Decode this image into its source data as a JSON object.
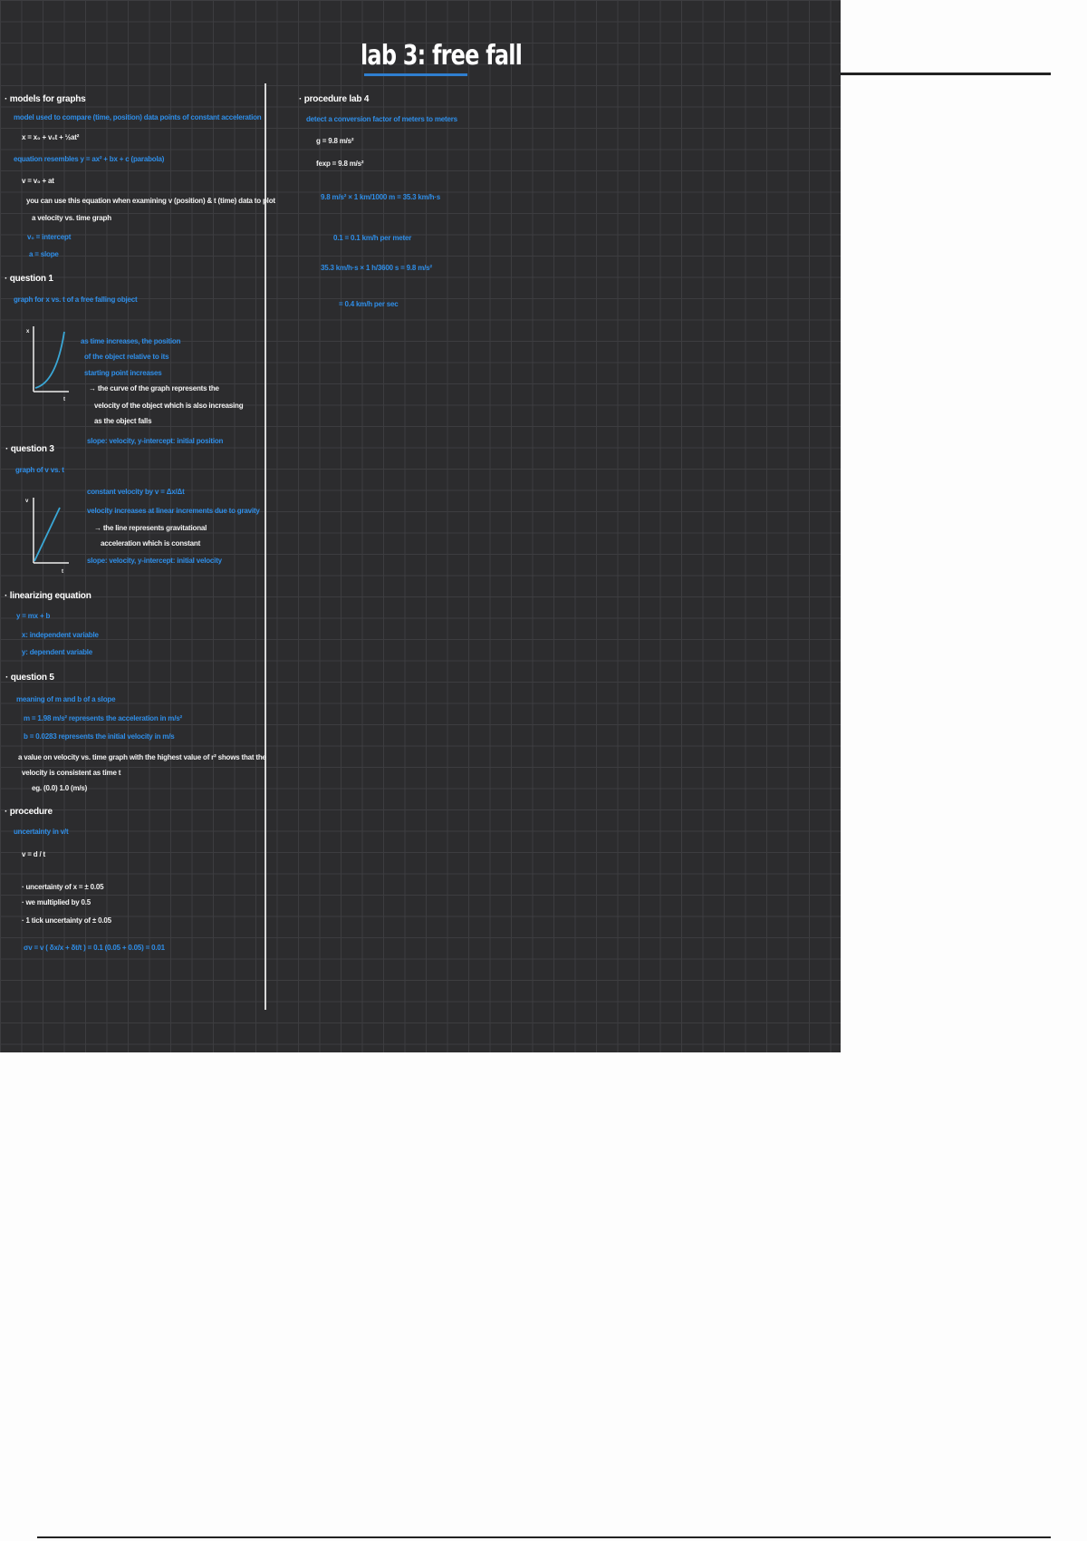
{
  "title": "lab 3: free fall",
  "left": {
    "models": {
      "heading": "· models for graphs",
      "lines": [
        "model used to compare (time, position) data points of constant acceleration",
        "x = x₀ + v₀t + ½at²",
        "equation resembles y = ax² + bx + c (parabola)",
        "v = v₀ + at",
        "you can use this equation when examining v (position) & t (time) data to plot",
        "a velocity vs. time graph",
        "v₀ = intercept",
        "a = slope"
      ]
    },
    "q1": {
      "heading": "· question 1",
      "subtitle": "graph for x vs. t of a free falling object",
      "axis_y": "x",
      "axis_x": "t",
      "notes": [
        "as time increases, the position",
        "of the object relative to its",
        "starting point increases",
        "→ the curve of the graph represents the",
        "velocity of the object which is also increasing",
        "as the object falls",
        "slope: velocity, y-intercept: initial position"
      ]
    },
    "q3": {
      "heading": "· question 3",
      "subtitle": "graph of v vs. t",
      "axis_y": "v",
      "axis_x": "t",
      "notes": [
        "constant velocity by v = Δx/Δt",
        "velocity increases at linear increments due to gravity",
        "→ the line represents gravitational",
        "acceleration which is constant",
        "slope: velocity, y-intercept: initial velocity"
      ]
    },
    "lin": {
      "heading": "· linearizing equation",
      "lines": [
        "y = mx + b",
        "x: independent variable",
        "y: dependent variable"
      ]
    },
    "q5": {
      "heading": "· question 5",
      "lines": [
        "meaning of m and b of a slope",
        "m = 1.98 m/s² represents the acceleration in m/s²",
        "b = 0.0283 represents the initial velocity in m/s",
        "a value on velocity vs. time graph with the highest value of r² shows that the",
        "velocity is consistent as time t",
        "eg. (0.0) 1.0 (m/s)"
      ]
    },
    "procedure": {
      "heading": "· procedure",
      "lines": [
        "uncertainty in v/t",
        "v = d / t",
        "· uncertainty of x = ± 0.05",
        "· we multiplied by 0.5",
        "· 1 tick uncertainty of ± 0.05",
        "σv = v ( δx/x + δt/t ) = 0.1 (0.05 + 0.05) = 0.01"
      ]
    }
  },
  "right": {
    "heading": "· procedure lab 4",
    "lines": [
      "detect a conversion factor of meters to meters",
      "g = 9.8 m/s²",
      "fexp = 9.8 m/s²",
      "9.8 m/s² × 1 km/1000 m = 35.3 km/h·s",
      "0.1 = 0.1 km/h per meter",
      "35.3 km/h·s × 1 h/3600 s = 9.8 m/s²",
      "= 0.4 km/h per sec"
    ]
  }
}
